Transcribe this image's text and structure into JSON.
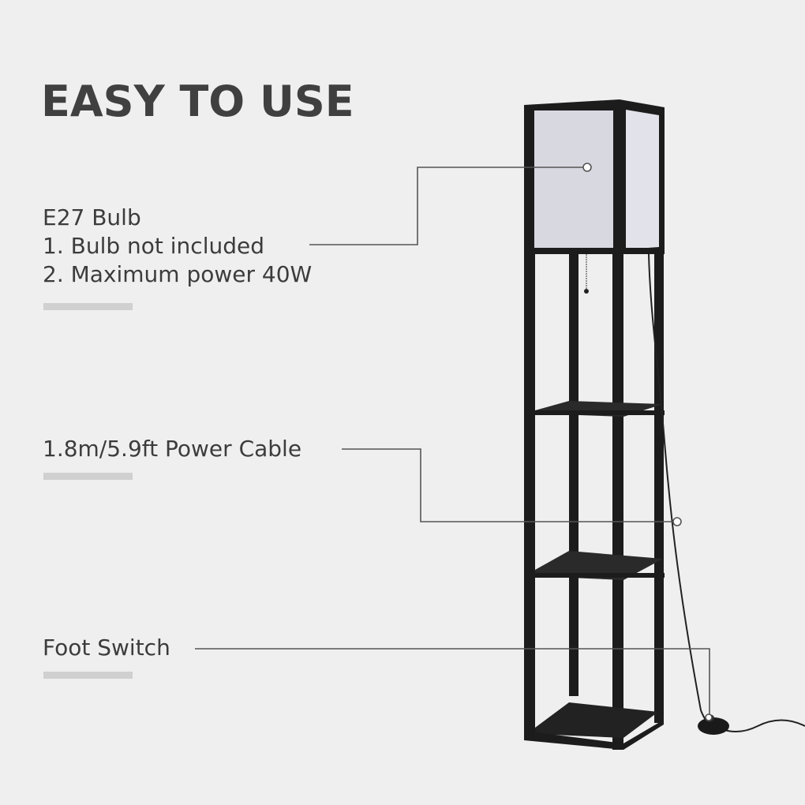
{
  "title": "EASY TO USE",
  "features": [
    {
      "heading": "E27 Bulb",
      "lines": [
        "1. Bulb not included",
        "2. Maximum power 40W"
      ],
      "points_to": "lamp-shade"
    },
    {
      "heading": "1.8m/5.9ft Power Cable",
      "lines": [],
      "points_to": "power-cable"
    },
    {
      "heading": "Foot Switch",
      "lines": [],
      "points_to": "foot-switch"
    }
  ],
  "colors": {
    "background": "#efefef",
    "text": "#3c3c3c",
    "accent_bar": "#d0d0d0",
    "callout_line": "#555555",
    "lamp_frame": "#1c1c1c",
    "lamp_shade": "#dcdce4"
  },
  "product": {
    "name": "Shelf floor lamp",
    "shelves": 3
  }
}
